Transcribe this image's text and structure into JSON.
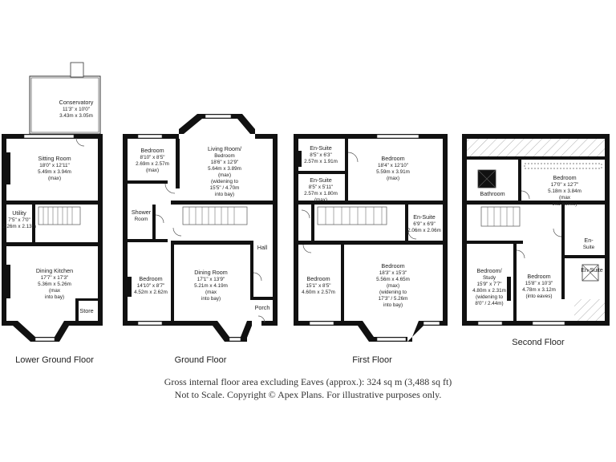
{
  "floors": {
    "lower_ground": {
      "name": "Lower Ground Floor",
      "rooms": [
        {
          "title": "Conservatory",
          "lines": [
            "11'3\" x 10'0\"",
            "3.43m x 3.05m"
          ]
        },
        {
          "title": "Sitting Room",
          "lines": [
            "18'0\" x 12'11\"",
            "5.49m x 3.94m",
            "(max)"
          ]
        },
        {
          "title": "Utility",
          "lines": [
            "7'5\" x 7'0\"",
            "2.26m x 2.13m"
          ]
        },
        {
          "title": "Dining Kitchen",
          "lines": [
            "17'7\" x 17'3\"",
            "5.36m x 5.26m",
            "(max",
            "into bay)"
          ]
        },
        {
          "title": "Store",
          "lines": []
        }
      ]
    },
    "ground": {
      "name": "Ground Floor",
      "rooms": [
        {
          "title": "Bedroom",
          "lines": [
            "8'10\" x 8'5\"",
            "2.69m x 2.57m",
            "(max)"
          ]
        },
        {
          "title": "Living Room/",
          "lines": [
            "Bedroom",
            "18'6\" x 12'9\"",
            "5.64m x 3.89m",
            "(max)",
            "(widening to",
            "15'5\" / 4.70m",
            "into bay)"
          ]
        },
        {
          "title": "Shower",
          "lines": [
            "Room"
          ]
        },
        {
          "title": "Hall",
          "lines": []
        },
        {
          "title": "Bedroom",
          "lines": [
            "14'10\" x 8'7\"",
            "4.52m x 2.62m"
          ]
        },
        {
          "title": "Dining Room",
          "lines": [
            "17'1\" x 13'9\"",
            "5.21m x 4.19m",
            "(max",
            "into bay)"
          ]
        },
        {
          "title": "Porch",
          "lines": []
        }
      ]
    },
    "first": {
      "name": "First Floor",
      "rooms": [
        {
          "title": "En-Suite",
          "lines": [
            "8'5\" x 6'3\"",
            "2.57m x 1.91m"
          ]
        },
        {
          "title": "Bedroom",
          "lines": [
            "18'4\" x 12'10\"",
            "5.59m x 3.91m",
            "(max)"
          ]
        },
        {
          "title": "En-Suite",
          "lines": [
            "8'5\" x 5'11\"",
            "2.57m x 1.80m",
            "(max)"
          ]
        },
        {
          "title": "En-Suite",
          "lines": [
            "6'9\" x 6'9\"",
            "2.06m x 2.06m"
          ]
        },
        {
          "title": "Bedroom",
          "lines": [
            "15'1\" x 8'5\"",
            "4.60m x 2.57m"
          ]
        },
        {
          "title": "Bedroom",
          "lines": [
            "18'3\" x 15'3\"",
            "5.56m x 4.65m",
            "(max)",
            "(widening to",
            "17'3\" / 5.26m",
            "into bay)"
          ]
        }
      ]
    },
    "second": {
      "name": "Second Floor",
      "rooms": [
        {
          "title": "Bathroom",
          "lines": []
        },
        {
          "title": "Bedroom",
          "lines": [
            "17'0\" x 12'7\"",
            "5.18m x 3.84m",
            "(max",
            "into eaves)"
          ]
        },
        {
          "title": "En-",
          "lines": [
            "Suite"
          ]
        },
        {
          "title": "En-Suite",
          "lines": []
        },
        {
          "title": "Bedroom/",
          "lines": [
            "Study",
            "15'9\" x 7'7\"",
            "4.80m x 2.31m",
            "(widening to",
            "8'0\" / 2.44m)"
          ]
        },
        {
          "title": "Bedroom",
          "lines": [
            "15'8\" x 10'3\"",
            "4.78m x 3.12m",
            "(into eaves)"
          ]
        }
      ]
    }
  },
  "footer": {
    "line1": "Gross internal floor area excluding Eaves (approx.): 324 sq m (3,488 sq ft)",
    "line2": "Not to Scale. Copyright © Apex Plans. For illustrative purposes only."
  },
  "colors": {
    "wall": "#111111",
    "hatch": "#999999",
    "background": "#ffffff"
  }
}
